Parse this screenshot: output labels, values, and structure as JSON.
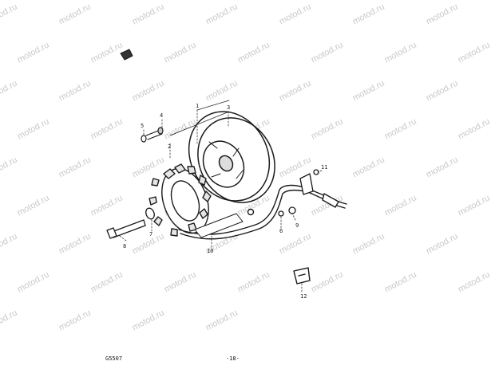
{
  "watermark": {
    "text": "motod.ru",
    "count": 60
  },
  "callouts": [
    "1",
    "2",
    "3",
    "4",
    "5",
    "6",
    "7",
    "8",
    "9",
    "10",
    "11",
    "12"
  ],
  "footer": {
    "code": "G5507",
    "page": "-18-"
  }
}
